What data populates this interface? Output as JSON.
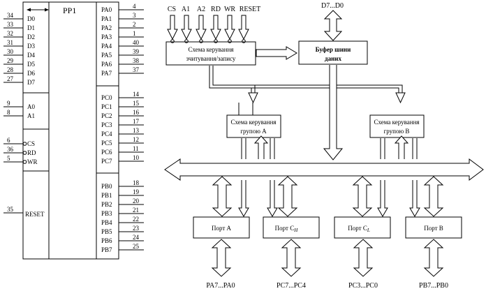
{
  "chip": {
    "title": "PP1",
    "data_pins": [
      {
        "num": "34",
        "name": "D0"
      },
      {
        "num": "33",
        "name": "D1"
      },
      {
        "num": "32",
        "name": "D2"
      },
      {
        "num": "31",
        "name": "D3"
      },
      {
        "num": "30",
        "name": "D4"
      },
      {
        "num": "29",
        "name": "D5"
      },
      {
        "num": "28",
        "name": "D6"
      },
      {
        "num": "27",
        "name": "D7"
      }
    ],
    "addr_pins": [
      {
        "num": "9",
        "name": "A0"
      },
      {
        "num": "8",
        "name": "A1"
      }
    ],
    "ctrl_pins": [
      {
        "num": "6",
        "name": "CS"
      },
      {
        "num": "36",
        "name": "RD"
      },
      {
        "num": "5",
        "name": "WR"
      }
    ],
    "reset_pin": {
      "num": "35",
      "name": "RESET"
    },
    "port_a": [
      {
        "name": "PA0",
        "num": "4"
      },
      {
        "name": "PA1",
        "num": "3"
      },
      {
        "name": "PA2",
        "num": "2"
      },
      {
        "name": "PA3",
        "num": "1"
      },
      {
        "name": "PA4",
        "num": "40"
      },
      {
        "name": "PA5",
        "num": "39"
      },
      {
        "name": "PA6",
        "num": "38"
      },
      {
        "name": "PA7",
        "num": "37"
      }
    ],
    "port_c": [
      {
        "name": "PC0",
        "num": "14"
      },
      {
        "name": "PC1",
        "num": "15"
      },
      {
        "name": "PC2",
        "num": "16"
      },
      {
        "name": "PC3",
        "num": "17"
      },
      {
        "name": "PC4",
        "num": "13"
      },
      {
        "name": "PC5",
        "num": "12"
      },
      {
        "name": "PC6",
        "num": "11"
      },
      {
        "name": "PC7",
        "num": "10"
      }
    ],
    "port_b": [
      {
        "name": "PB0",
        "num": "18"
      },
      {
        "name": "PB1",
        "num": "19"
      },
      {
        "name": "PB2",
        "num": "20"
      },
      {
        "name": "PB3",
        "num": "21"
      },
      {
        "name": "PB4",
        "num": "22"
      },
      {
        "name": "PB5",
        "num": "23"
      },
      {
        "name": "PB6",
        "num": "24"
      },
      {
        "name": "PB7",
        "num": "25"
      }
    ]
  },
  "block": {
    "signals": [
      "CS",
      "A1",
      "A2",
      "RD",
      "WR",
      "RESET"
    ],
    "data_bus": "D7...D0",
    "rw_ctrl": [
      "Схема керування",
      "зчитування/запису"
    ],
    "buffer": [
      "Буфер шини",
      "даних"
    ],
    "group_a": [
      "Схема керування",
      "групою А"
    ],
    "group_b": [
      "Схема керування",
      "групою В"
    ],
    "port_a": "Порт А",
    "port_ch_base": "Порт С",
    "port_ch_sub": "H",
    "port_cl_base": "Порт С",
    "port_cl_sub": "L",
    "port_b": "Порт В",
    "out_a": "PA7...PA0",
    "out_ch": "PC7...PC4",
    "out_cl": "PC3...PC0",
    "out_b": "PB7...PB0"
  }
}
